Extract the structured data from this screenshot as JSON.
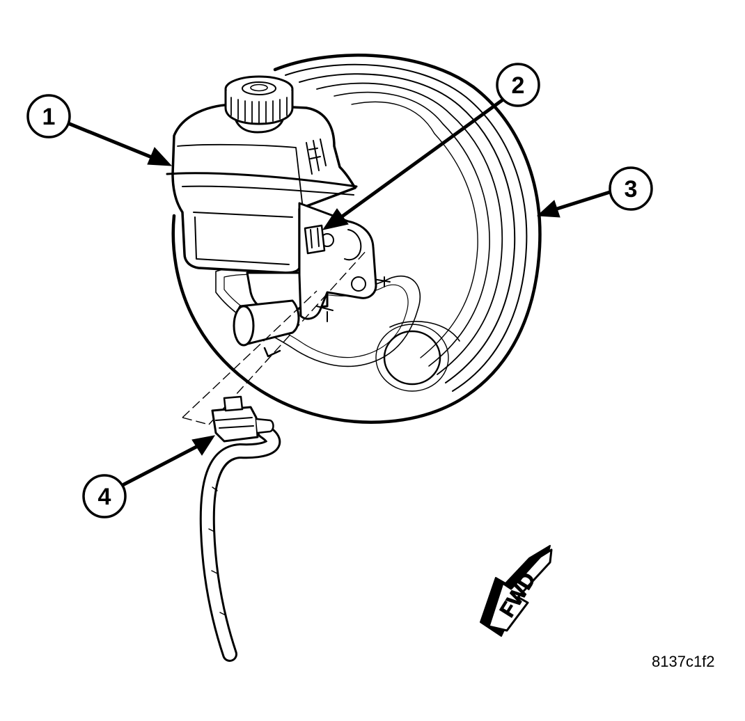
{
  "callouts": [
    {
      "id": "1",
      "label": "1"
    },
    {
      "id": "2",
      "label": "2"
    },
    {
      "id": "3",
      "label": "3"
    },
    {
      "id": "4",
      "label": "4"
    }
  ],
  "direction_indicator": {
    "label": "FWD",
    "icon": "fwd-arrow-icon"
  },
  "figure_id": "8137c1f2",
  "colors": {
    "line": "#000000",
    "background": "#ffffff"
  }
}
